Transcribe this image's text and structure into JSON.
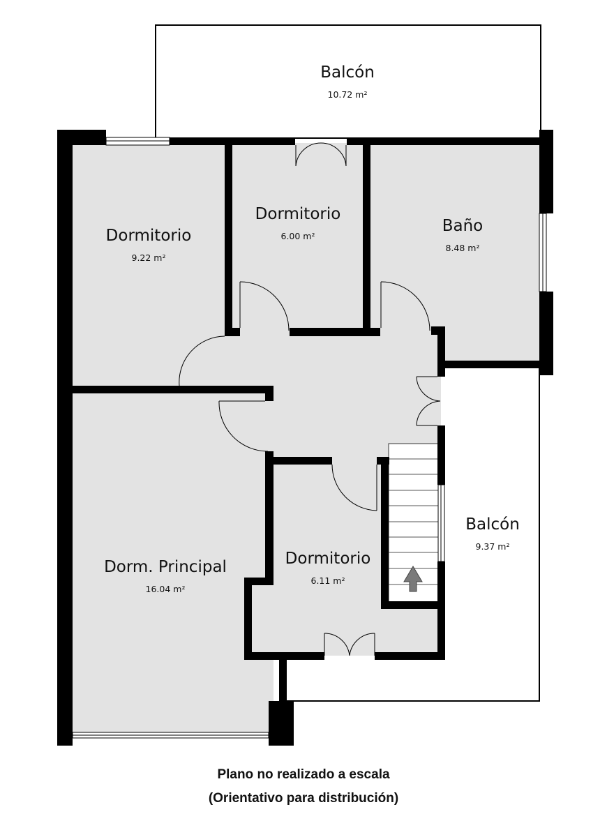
{
  "plan": {
    "rooms": [
      {
        "id": "balcon-top",
        "name": "Balcón",
        "area": "10.72 m²"
      },
      {
        "id": "dormitorio-1",
        "name": "Dormitorio",
        "area": "9.22 m²"
      },
      {
        "id": "dormitorio-2",
        "name": "Dormitorio",
        "area": "6.00 m²"
      },
      {
        "id": "bano",
        "name": "Baño",
        "area": "8.48 m²"
      },
      {
        "id": "dorm-principal",
        "name": "Dorm. Principal",
        "area": "16.04 m²"
      },
      {
        "id": "dormitorio-3",
        "name": "Dormitorio",
        "area": "6.11 m²"
      },
      {
        "id": "balcon-right",
        "name": "Balcón",
        "area": "9.37 m²"
      }
    ],
    "colors": {
      "floor": "#e3e3e3",
      "wall": "#000000",
      "exterior": "#ffffff",
      "stair_arrow": "#7a7a7a"
    }
  },
  "footer": {
    "line1": "Plano no realizado a escala",
    "line2": "(Orientativo para distribución)"
  }
}
